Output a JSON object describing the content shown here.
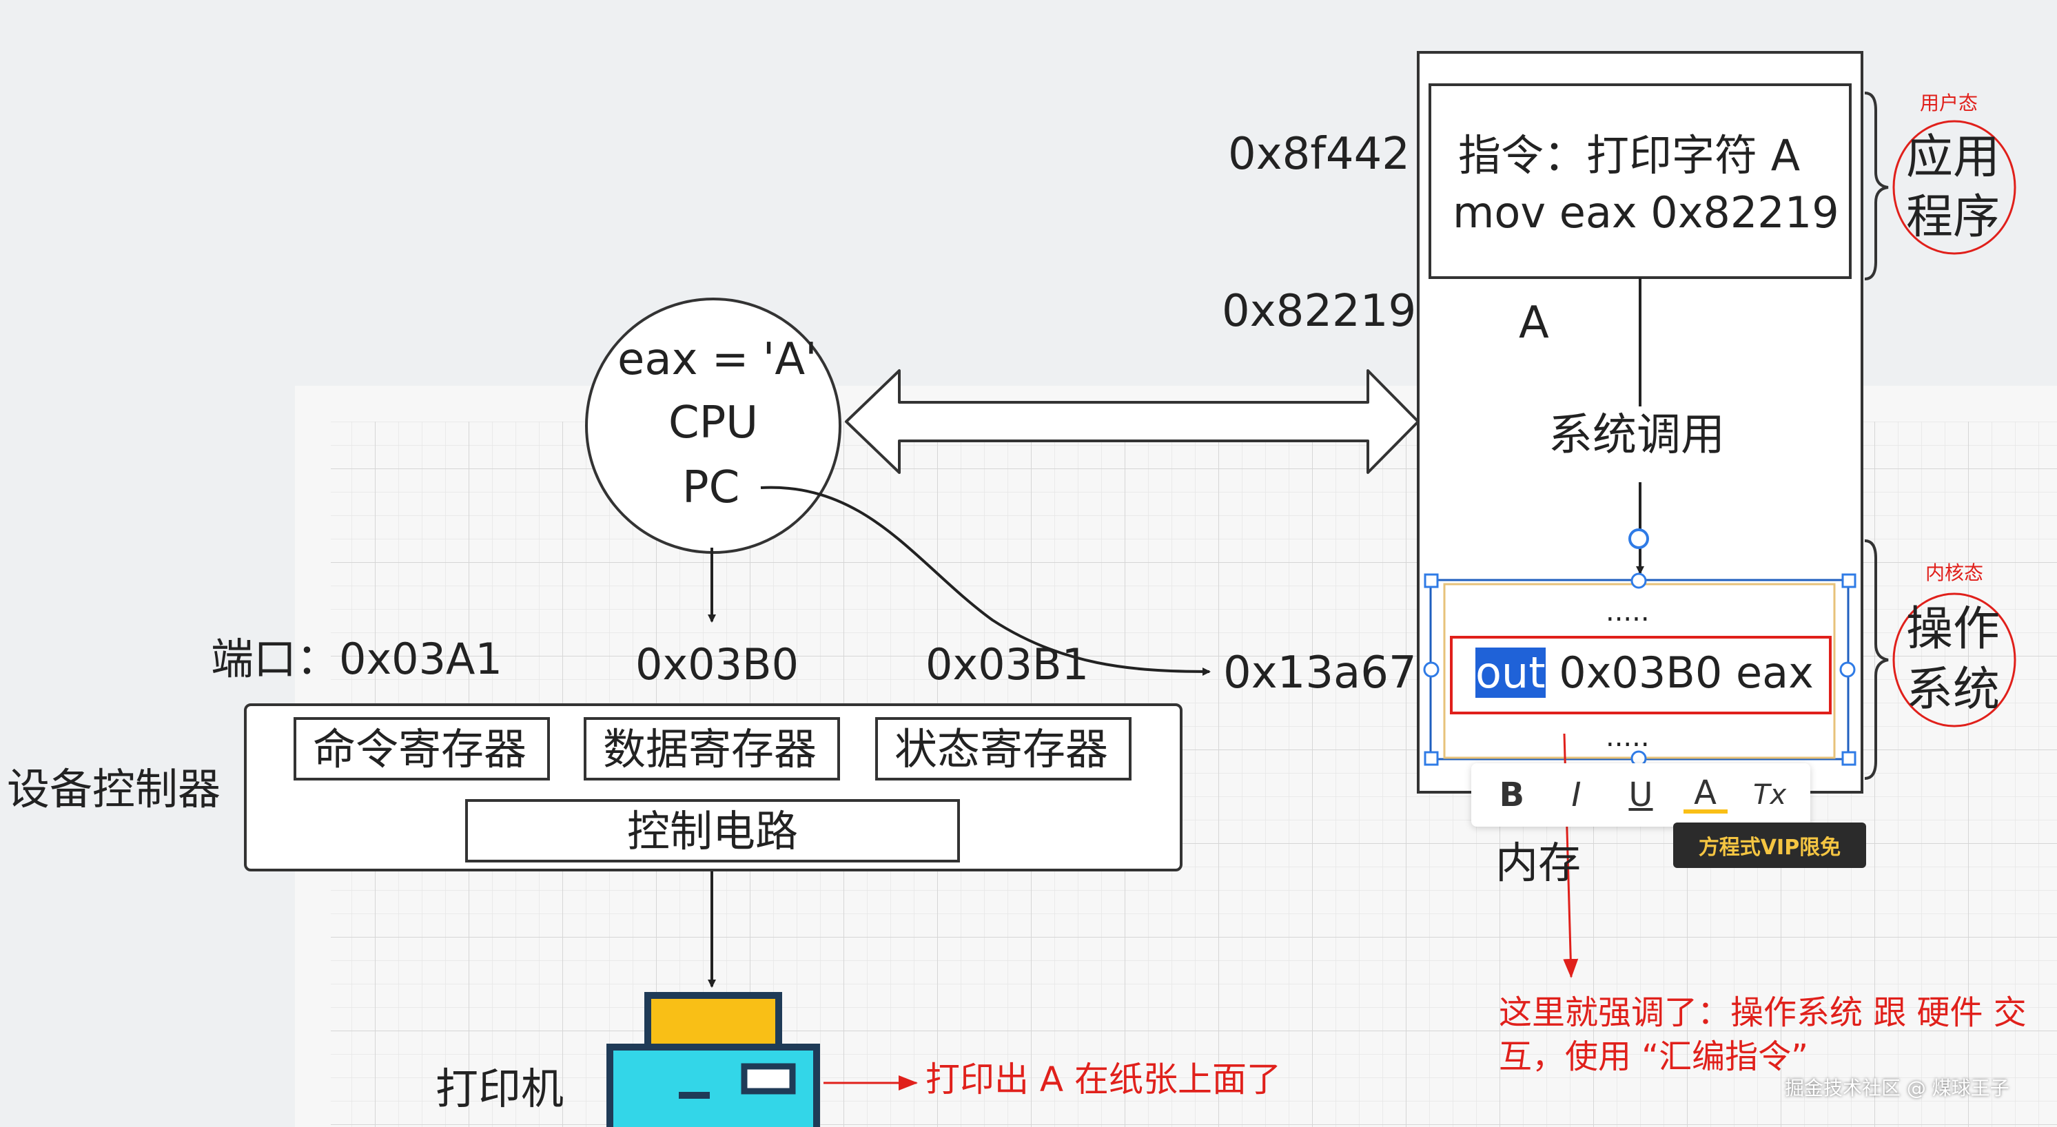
{
  "memory": {
    "addr_top": "0x8f442",
    "addr_mid": "0x82219",
    "addr_bottom": "0x13a67",
    "instr_line1": "指令：打印字符 A",
    "instr_line2": "mov eax 0x82219",
    "data_a": "A",
    "syscall": "系统调用",
    "dots_top": ".....",
    "out_selected": "out",
    "out_rest": "0x03B0 eax",
    "dots_bottom": ".....",
    "label": "内存"
  },
  "side": {
    "user_tag": "用户态",
    "app_line1": "应用",
    "app_line2": "程序",
    "kernel_tag": "内核态",
    "os_line1": "操作",
    "os_line2": "系统"
  },
  "cpu": {
    "line1": "eax = 'A'",
    "line2": "CPU",
    "line3": "PC"
  },
  "ports": {
    "label": "端口：0x03A1",
    "p2": "0x03B0",
    "p3": "0x03B1"
  },
  "controller": {
    "label": "设备控制器",
    "reg_cmd": "命令寄存器",
    "reg_data": "数据寄存器",
    "reg_status": "状态寄存器",
    "circuit": "控制电路"
  },
  "printer": {
    "label": "打印机",
    "note": "打印出  A  在纸张上面了"
  },
  "annotation": {
    "line1": "这里就强调了：操作系统 跟 硬件 交",
    "line2": "互，使用  “汇编指令”"
  },
  "toolbar": {
    "bold": "B",
    "italic": "I",
    "underline": "U",
    "color": "A",
    "clear": "Tx",
    "vip": "方程式VIP限免"
  },
  "watermark": "掘金技术社区 @ 煤球王子",
  "colors": {
    "annotation_red": "#e0201b",
    "selection_blue": "#1f62d8",
    "printer_cyan": "#33d6e8",
    "printer_yellow": "#f9bf16",
    "printer_navy": "#1f3b57"
  }
}
